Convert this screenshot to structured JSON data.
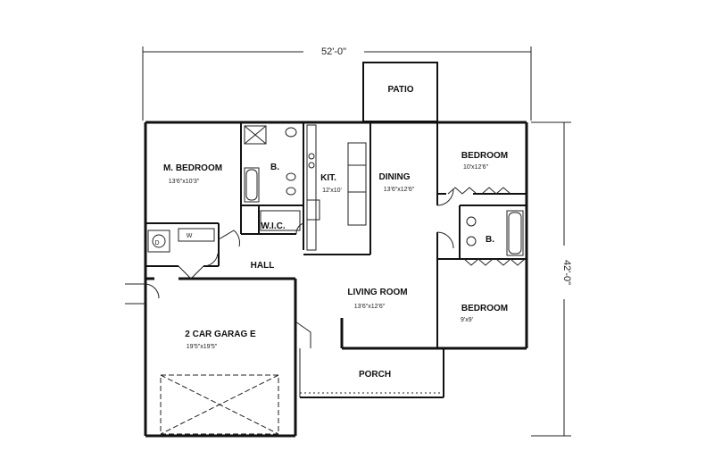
{
  "dimensions": {
    "width": "52'-0\"",
    "depth": "42'-0\""
  },
  "rooms": {
    "patio": {
      "name": "PATIO"
    },
    "master_bedroom": {
      "name": "M. BEDROOM",
      "size": "13'6\"x10'3\""
    },
    "master_bath": {
      "name": "B."
    },
    "kitchen": {
      "name": "KIT.",
      "size": "12'x10'"
    },
    "dining": {
      "name": "DINING",
      "size": "13'6\"x12'6\""
    },
    "bedroom_1": {
      "name": "BEDROOM",
      "size": "10'x12'6\""
    },
    "bath_2": {
      "name": "B."
    },
    "walk_in_closet": {
      "name": "W.I.C."
    },
    "hall": {
      "name": "HALL"
    },
    "living_room": {
      "name": "LIVING ROOM",
      "size": "13'6\"x12'6\""
    },
    "bedroom_2": {
      "name": "BEDROOM",
      "size": "9'x9'"
    },
    "garage": {
      "name": "2 CAR GARAG E",
      "size": "19'5\"x19'5\""
    },
    "porch": {
      "name": "PORCH"
    },
    "laundry": {
      "washer": "W",
      "dryer": "D"
    }
  }
}
